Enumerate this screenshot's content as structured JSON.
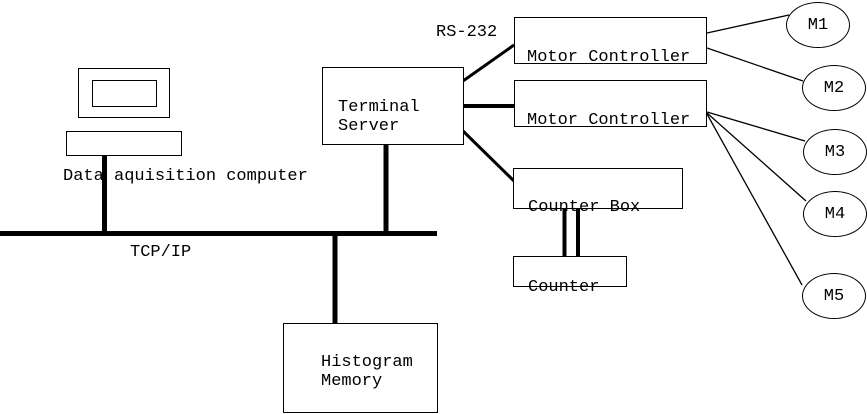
{
  "colors": {
    "line": "#000000",
    "background": "#ffffff",
    "box_fill": "#ffffff"
  },
  "nodes": {
    "data_acquisition_computer": {
      "label": "Data aquisition computer"
    },
    "terminal_server": {
      "label": "Terminal\nServer"
    },
    "motor_controller_1": {
      "label": "Motor Controller"
    },
    "motor_controller_2": {
      "label": "Motor Controller"
    },
    "counter_box": {
      "label": "Counter Box"
    },
    "counter": {
      "label": "Counter"
    },
    "histogram_memory": {
      "label": "Histogram\nMemory"
    },
    "motors": [
      {
        "label": "M1"
      },
      {
        "label": "M2"
      },
      {
        "label": "M3"
      },
      {
        "label": "M4"
      },
      {
        "label": "M5"
      }
    ]
  },
  "edges": {
    "tcp_ip": {
      "label": "TCP/IP"
    },
    "rs_232": {
      "label": "RS-232"
    }
  }
}
